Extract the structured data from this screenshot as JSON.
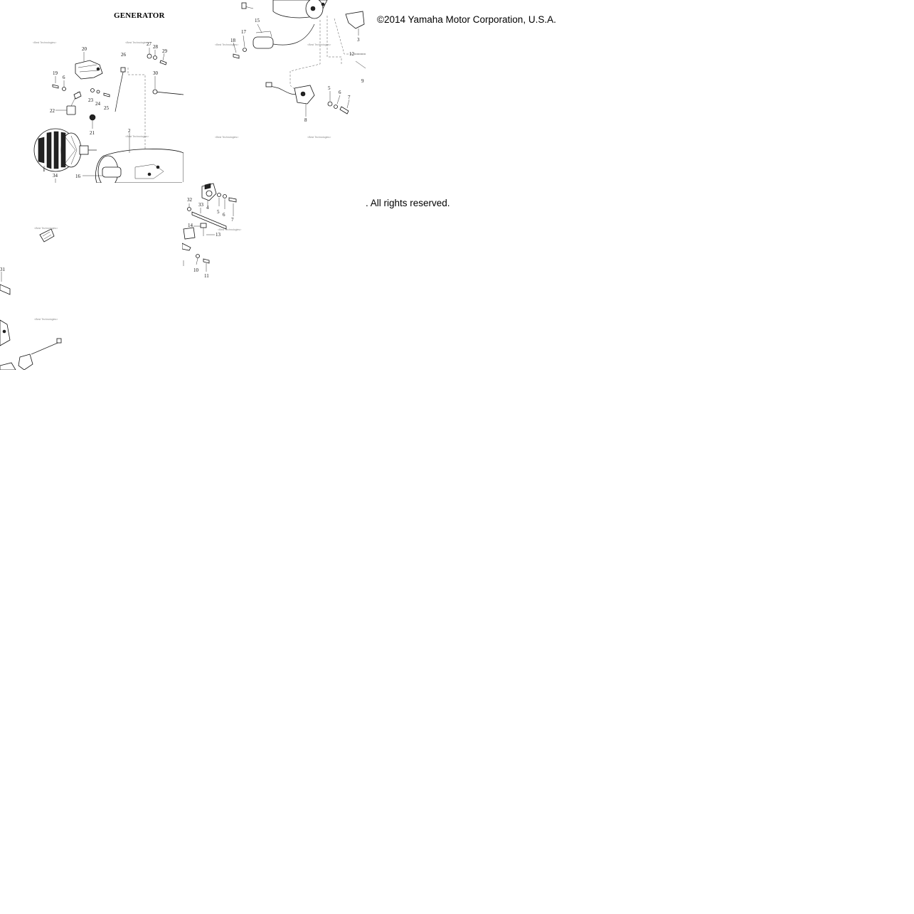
{
  "diagram": {
    "title": "GENERATOR",
    "copyright": "©2014 Yamaha Motor Corporation, U.S.A.",
    "rights": ". All rights reserved.",
    "watermark": "<Best Technologies>",
    "callouts_tile_a": [
      "20",
      "26",
      "27",
      "28",
      "29",
      "19",
      "6",
      "30",
      "23",
      "24",
      "25",
      "22",
      "21",
      "2",
      "16",
      "34",
      "1"
    ],
    "callouts_tile_b": [
      "15",
      "17",
      "18",
      "12",
      "3",
      "5",
      "6",
      "7",
      "8",
      "9"
    ],
    "callouts_tile_c": [
      "32",
      "33",
      "4",
      "5",
      "6",
      "7",
      "14",
      "13",
      "10",
      "11"
    ],
    "callouts_tile_d": [
      "31"
    ]
  }
}
